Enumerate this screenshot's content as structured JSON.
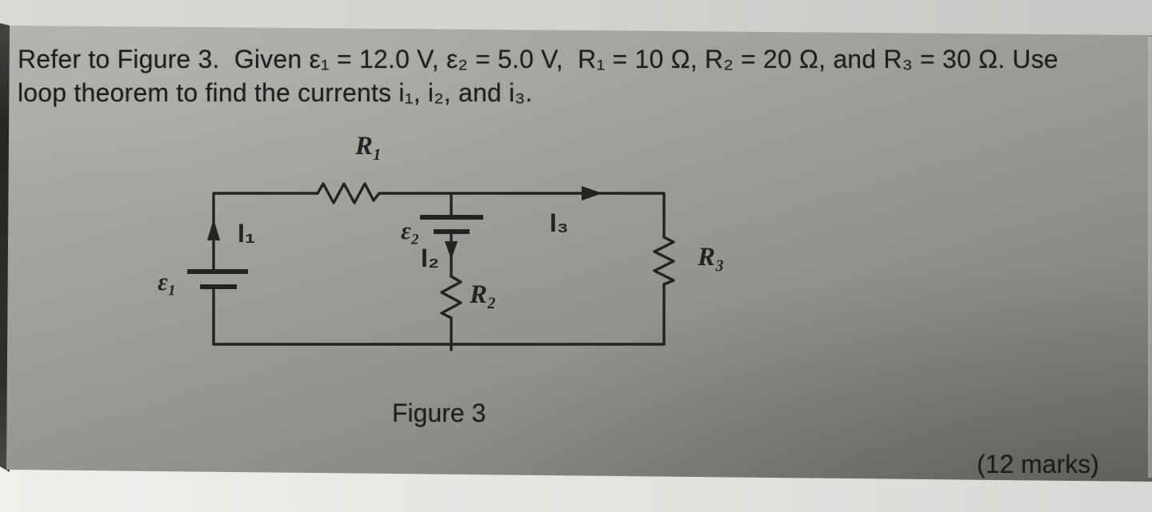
{
  "document": {
    "question_line1": "Refer to Figure 3.  Given ε₁ = 12.0 V, ε₂ = 5.0 V,  R₁ = 10 Ω, R₂ = 20 Ω, and R₃ = 30 Ω. Use",
    "question_line2": "loop theorem to find the currents i₁, i₂, and i₃.",
    "marks": "(12 marks)"
  },
  "figure": {
    "caption": "Figure 3",
    "labels": {
      "r1": "R₁",
      "r2": "R₂",
      "r3": "R₃",
      "emf1": "ε₁",
      "emf2": "ε₂",
      "current1": "I₁",
      "current2": "I₂",
      "current3": "I₃"
    },
    "given_values": {
      "emf1": "12.0 V",
      "emf2": "5.0 V",
      "r1": "10 Ω",
      "r2": "20 Ω",
      "r3": "30 Ω"
    }
  },
  "colors": {
    "ink": "#232323",
    "paper_light": "#afada8",
    "paper_dark": "#716f68",
    "margin_top": "#d2d1ce",
    "margin_bottom": "#e4e3e0",
    "bezel": "#2b2b29"
  }
}
